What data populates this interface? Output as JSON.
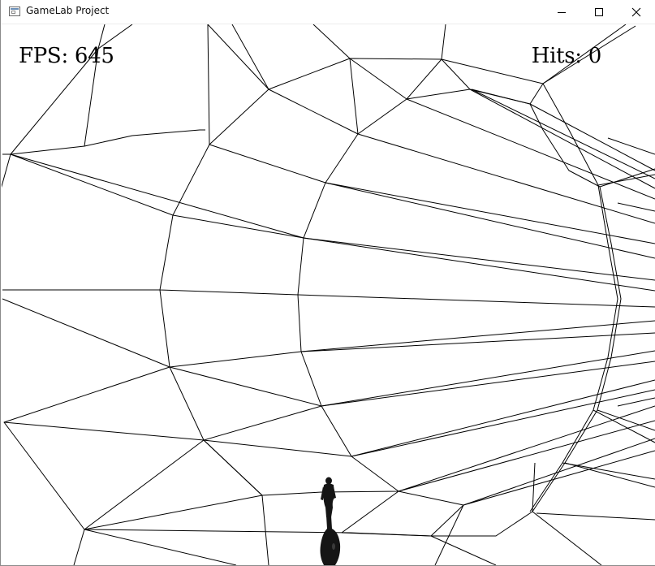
{
  "window": {
    "title": "GameLab Project",
    "icon": "app-window-icon",
    "controls": {
      "minimize_icon": "minimize-icon",
      "maximize_icon": "maximize-icon",
      "close_icon": "close-icon"
    }
  },
  "hud": {
    "fps_label": "FPS:",
    "fps_value": "645",
    "hits_label": "Hits:",
    "hits_value": "0"
  },
  "scene": {
    "render_mode": "wireframe",
    "wire_color": "#000000",
    "background_color": "#ffffff",
    "player_figure": "player-silhouette"
  }
}
